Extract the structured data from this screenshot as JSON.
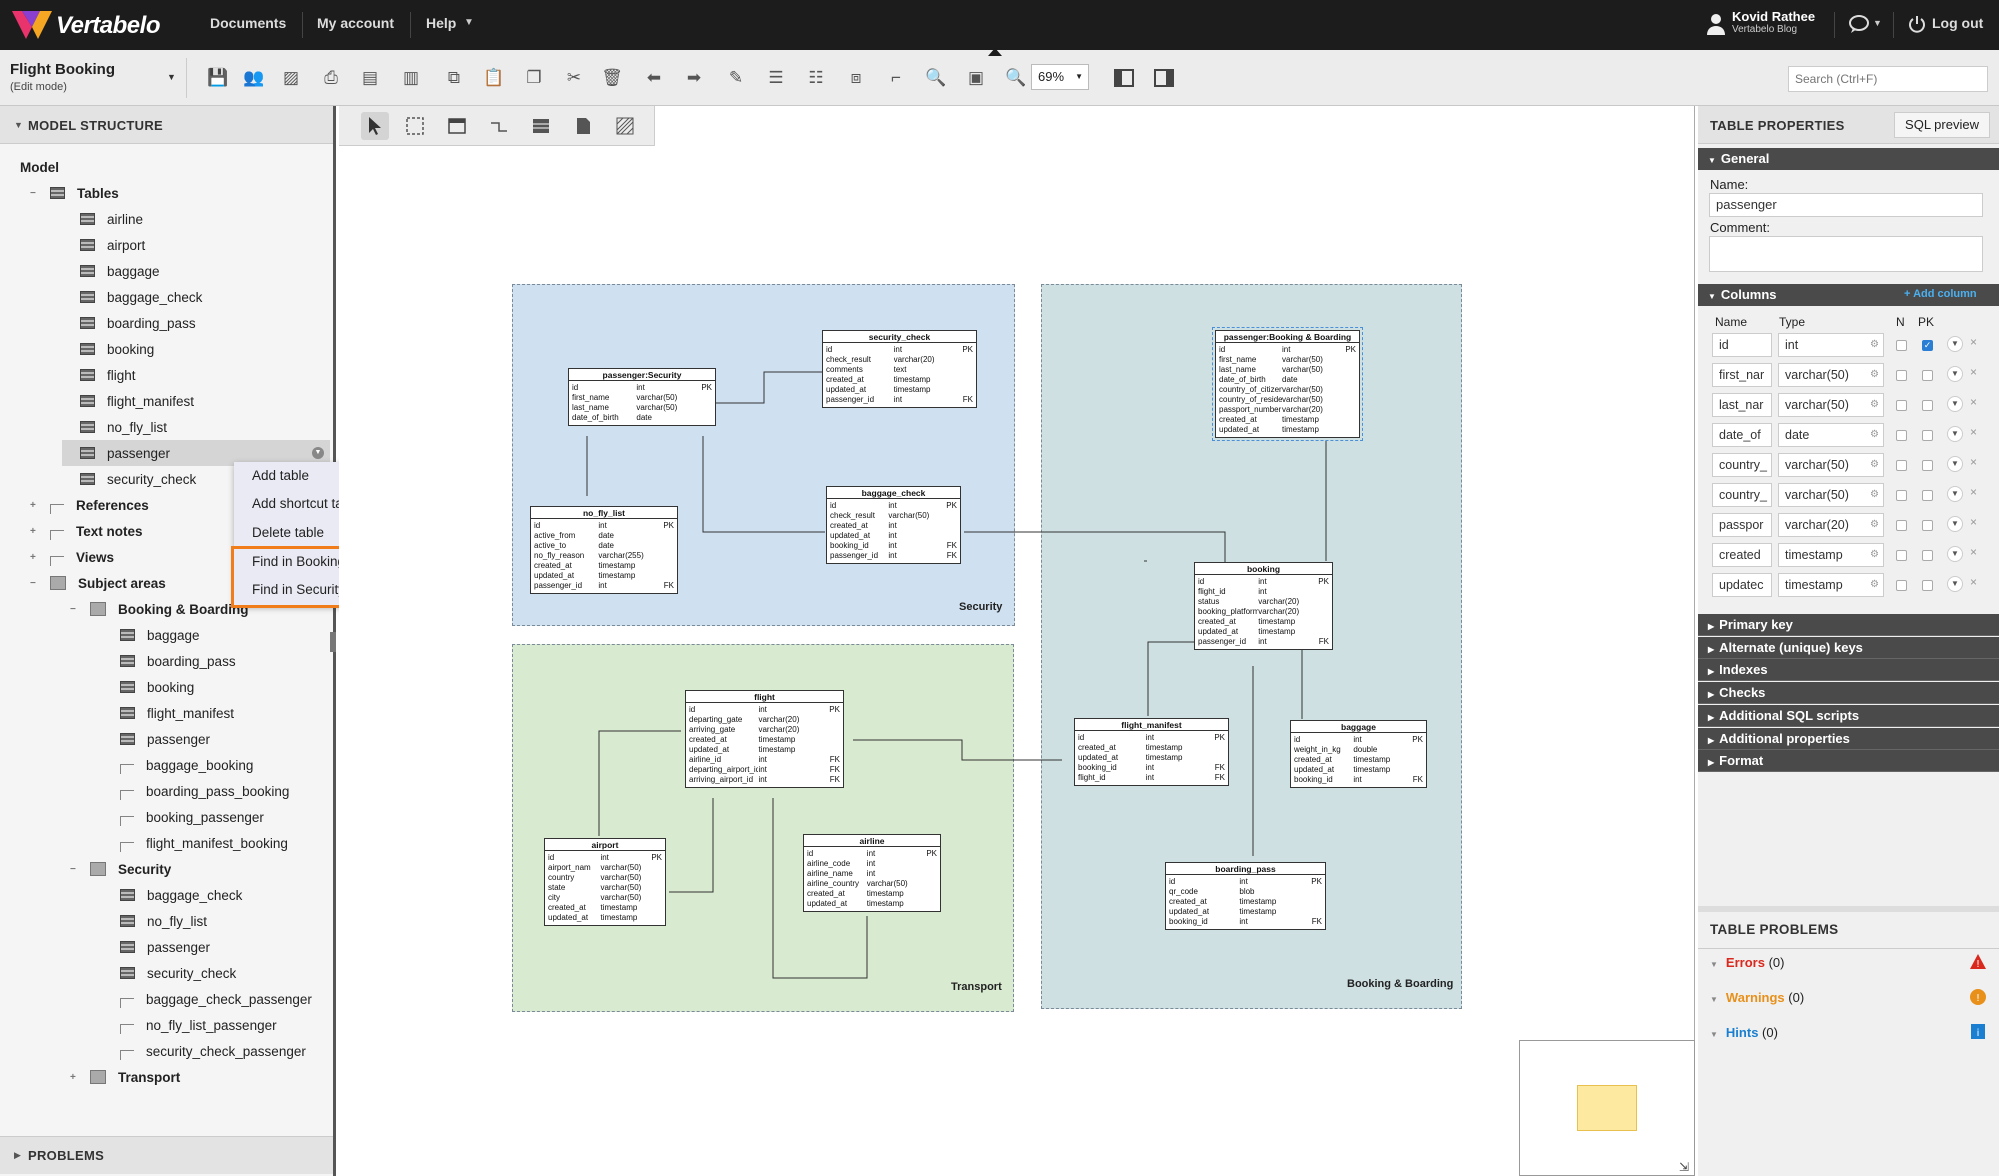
{
  "app": {
    "brand": "Vertabelo",
    "nav": [
      "Documents",
      "My account",
      "Help"
    ],
    "user": {
      "name": "Kovid Rathee",
      "sub": "Vertabelo Blog"
    },
    "logout": "Log out"
  },
  "doc": {
    "title": "Flight Booking",
    "mode": "(Edit mode)",
    "zoom": "69%",
    "search_placeholder": "Search (Ctrl+F)"
  },
  "left": {
    "header": "MODEL STRUCTURE",
    "root": "Model",
    "tables_label": "Tables",
    "tables": [
      "airline",
      "airport",
      "baggage",
      "baggage_check",
      "boarding_pass",
      "booking",
      "flight",
      "flight_manifest",
      "no_fly_list",
      "passenger",
      "security_check"
    ],
    "references": "References",
    "text_notes": "Text notes",
    "views": "Views",
    "subject_areas": "Subject areas",
    "area_bb": "Booking & Boarding",
    "bb_items": [
      "baggage",
      "boarding_pass",
      "booking",
      "flight_manifest",
      "passenger"
    ],
    "bb_refs": [
      "baggage_booking",
      "boarding_pass_booking",
      "booking_passenger",
      "flight_manifest_booking"
    ],
    "area_sec": "Security",
    "sec_items": [
      "baggage_check",
      "no_fly_list",
      "passenger",
      "security_check"
    ],
    "sec_refs": [
      "baggage_check_passenger",
      "no_fly_list_passenger",
      "security_check_passenger"
    ],
    "area_tr": "Transport",
    "problems": "PROBLEMS"
  },
  "context_menu": [
    "Add table",
    "Add shortcut table",
    "Delete table",
    "Find in Booking & Boarding",
    "Find in Security"
  ],
  "areas": {
    "security": "Security",
    "transport": "Transport",
    "bb": "Booking & Boarding"
  },
  "er_tables": {
    "security_check": {
      "name": "security_check",
      "rows": [
        [
          "id",
          "int",
          "PK"
        ],
        [
          "check_result",
          "varchar(20)",
          ""
        ],
        [
          "comments",
          "text",
          ""
        ],
        [
          "created_at",
          "timestamp",
          ""
        ],
        [
          "updated_at",
          "timestamp",
          ""
        ],
        [
          "passenger_id",
          "int",
          "FK"
        ]
      ]
    },
    "passenger_sec": {
      "name": "passenger:Security",
      "rows": [
        [
          "id",
          "int",
          "PK"
        ],
        [
          "first_name",
          "varchar(50)",
          ""
        ],
        [
          "last_name",
          "varchar(50)",
          ""
        ],
        [
          "date_of_birth",
          "date",
          ""
        ]
      ]
    },
    "no_fly_list": {
      "name": "no_fly_list",
      "rows": [
        [
          "id",
          "int",
          "PK"
        ],
        [
          "active_from",
          "date",
          ""
        ],
        [
          "active_to",
          "date",
          ""
        ],
        [
          "no_fly_reason",
          "varchar(255)",
          ""
        ],
        [
          "created_at",
          "timestamp",
          ""
        ],
        [
          "updated_at",
          "timestamp",
          ""
        ],
        [
          "passenger_id",
          "int",
          "FK"
        ]
      ]
    },
    "baggage_check": {
      "name": "baggage_check",
      "rows": [
        [
          "id",
          "int",
          "PK"
        ],
        [
          "check_result",
          "varchar(50)",
          ""
        ],
        [
          "created_at",
          "int",
          ""
        ],
        [
          "updated_at",
          "int",
          ""
        ],
        [
          "booking_id",
          "int",
          "FK"
        ],
        [
          "passenger_id",
          "int",
          "FK"
        ]
      ]
    },
    "passenger_bb": {
      "name": "passenger:Booking & Boarding",
      "rows": [
        [
          "id",
          "int",
          "PK"
        ],
        [
          "first_name",
          "varchar(50)",
          ""
        ],
        [
          "last_name",
          "varchar(50)",
          ""
        ],
        [
          "date_of_birth",
          "date",
          ""
        ],
        [
          "country_of_citizenship",
          "varchar(50)",
          ""
        ],
        [
          "country_of_residence",
          "varchar(50)",
          ""
        ],
        [
          "passport_number",
          "varchar(20)",
          ""
        ],
        [
          "created_at",
          "timestamp",
          ""
        ],
        [
          "updated_at",
          "timestamp",
          ""
        ]
      ]
    },
    "booking": {
      "name": "booking",
      "rows": [
        [
          "id",
          "int",
          "PK"
        ],
        [
          "flight_id",
          "int",
          ""
        ],
        [
          "status",
          "varchar(20)",
          ""
        ],
        [
          "booking_platform",
          "varchar(20)",
          ""
        ],
        [
          "created_at",
          "timestamp",
          ""
        ],
        [
          "updated_at",
          "timestamp",
          ""
        ],
        [
          "passenger_id",
          "int",
          "FK"
        ]
      ]
    },
    "flight": {
      "name": "flight",
      "rows": [
        [
          "id",
          "int",
          "PK"
        ],
        [
          "departing_gate",
          "varchar(20)",
          ""
        ],
        [
          "arriving_gate",
          "varchar(20)",
          ""
        ],
        [
          "created_at",
          "timestamp",
          ""
        ],
        [
          "updated_at",
          "timestamp",
          ""
        ],
        [
          "airline_id",
          "int",
          "FK"
        ],
        [
          "departing_airport_id",
          "int",
          "FK"
        ],
        [
          "arriving_airport_id",
          "int",
          "FK"
        ]
      ]
    },
    "flight_manifest": {
      "name": "flight_manifest",
      "rows": [
        [
          "id",
          "int",
          "PK"
        ],
        [
          "created_at",
          "timestamp",
          ""
        ],
        [
          "updated_at",
          "timestamp",
          ""
        ],
        [
          "booking_id",
          "int",
          "FK"
        ],
        [
          "flight_id",
          "int",
          "FK"
        ]
      ]
    },
    "baggage": {
      "name": "baggage",
      "rows": [
        [
          "id",
          "int",
          "PK"
        ],
        [
          "weight_in_kg",
          "double",
          ""
        ],
        [
          "created_at",
          "timestamp",
          ""
        ],
        [
          "updated_at",
          "timestamp",
          ""
        ],
        [
          "booking_id",
          "int",
          "FK"
        ]
      ]
    },
    "airport": {
      "name": "airport",
      "rows": [
        [
          "id",
          "int",
          "PK"
        ],
        [
          "airport_nam",
          "varchar(50)",
          ""
        ],
        [
          "country",
          "varchar(50)",
          ""
        ],
        [
          "state",
          "varchar(50)",
          ""
        ],
        [
          "city",
          "varchar(50)",
          ""
        ],
        [
          "created_at",
          "timestamp",
          ""
        ],
        [
          "updated_at",
          "timestamp",
          ""
        ]
      ]
    },
    "airline": {
      "name": "airline",
      "rows": [
        [
          "id",
          "int",
          "PK"
        ],
        [
          "airline_code",
          "int",
          ""
        ],
        [
          "airline_name",
          "int",
          ""
        ],
        [
          "airline_country",
          "varchar(50)",
          ""
        ],
        [
          "created_at",
          "timestamp",
          ""
        ],
        [
          "updated_at",
          "timestamp",
          ""
        ]
      ]
    },
    "boarding_pass": {
      "name": "boarding_pass",
      "rows": [
        [
          "id",
          "int",
          "PK"
        ],
        [
          "qr_code",
          "blob",
          ""
        ],
        [
          "created_at",
          "timestamp",
          ""
        ],
        [
          "updated_at",
          "timestamp",
          ""
        ],
        [
          "booking_id",
          "int",
          "FK"
        ]
      ]
    }
  },
  "right": {
    "header": "TABLE PROPERTIES",
    "sql_preview": "SQL preview",
    "general": "General",
    "name_label": "Name:",
    "name_value": "passenger",
    "comment_label": "Comment:",
    "comment_value": "",
    "columns": "Columns",
    "add_column": "+ Add column",
    "col_headers": [
      "Name",
      "Type",
      "N",
      "PK"
    ],
    "cols": [
      {
        "name": "id",
        "type": "int",
        "pk": true
      },
      {
        "name": "first_nar",
        "type": "varchar(50)",
        "pk": false
      },
      {
        "name": "last_nar",
        "type": "varchar(50)",
        "pk": false
      },
      {
        "name": "date_of",
        "type": "date",
        "pk": false
      },
      {
        "name": "country_",
        "type": "varchar(50)",
        "pk": false
      },
      {
        "name": "country_",
        "type": "varchar(50)",
        "pk": false
      },
      {
        "name": "passpor",
        "type": "varchar(20)",
        "pk": false
      },
      {
        "name": "created",
        "type": "timestamp",
        "pk": false
      },
      {
        "name": "updatec",
        "type": "timestamp",
        "pk": false
      }
    ],
    "sections": [
      "Primary key",
      "Alternate (unique) keys",
      "Indexes",
      "Checks",
      "Additional SQL scripts",
      "Additional properties",
      "Format"
    ],
    "problems_header": "TABLE PROBLEMS",
    "errors": {
      "label": "Errors",
      "count": "(0)",
      "color": "#d9281e"
    },
    "warnings": {
      "label": "Warnings",
      "count": "(0)",
      "color": "#e8901a"
    },
    "hints": {
      "label": "Hints",
      "count": "(0)",
      "color": "#1a7fd0"
    }
  }
}
